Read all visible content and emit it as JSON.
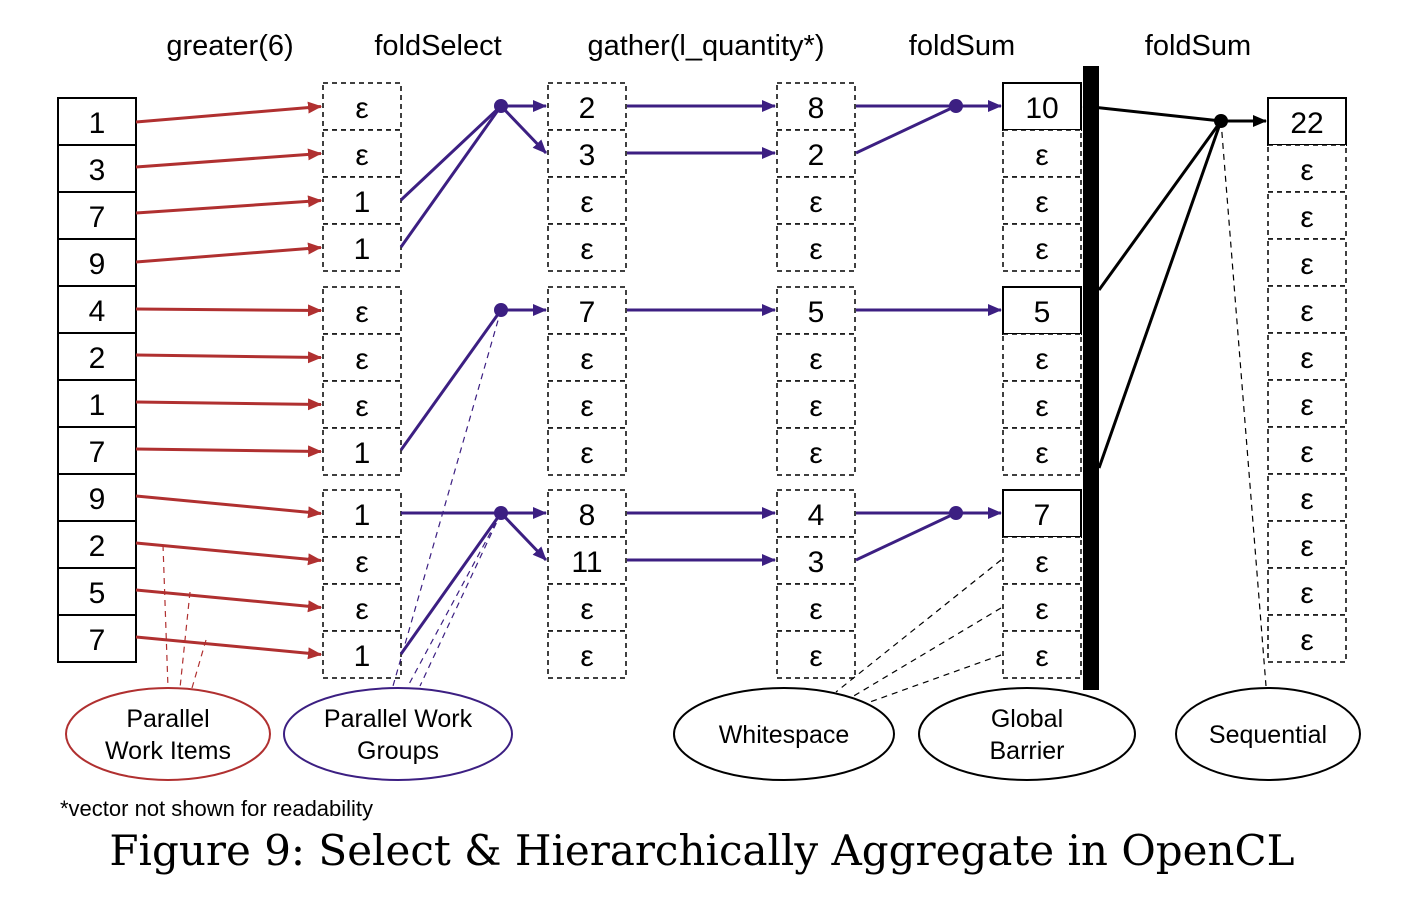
{
  "diagram": {
    "stage_headers": [
      "greater(6)",
      "foldSelect",
      "gather(l_quantity*)",
      "foldSum",
      "foldSum"
    ],
    "epsilon": "ε",
    "input_column": [
      "1",
      "3",
      "7",
      "9",
      "4",
      "2",
      "1",
      "7",
      "9",
      "2",
      "5",
      "7"
    ],
    "select_column": [
      "ε",
      "ε",
      "1",
      "1",
      "ε",
      "ε",
      "ε",
      "1",
      "1",
      "ε",
      "ε",
      "1"
    ],
    "compact_column": [
      "2",
      "3",
      "ε",
      "ε",
      "7",
      "ε",
      "ε",
      "ε",
      "8",
      "11",
      "ε",
      "ε"
    ],
    "gather_column": [
      "8",
      "2",
      "ε",
      "ε",
      "5",
      "ε",
      "ε",
      "ε",
      "4",
      "3",
      "ε",
      "ε"
    ],
    "group_sum_column": [
      "10",
      "ε",
      "ε",
      "ε",
      "5",
      "ε",
      "ε",
      "ε",
      "7",
      "ε",
      "ε",
      "ε"
    ],
    "final_column": [
      "22",
      "ε",
      "ε",
      "ε",
      "ε",
      "ε",
      "ε",
      "ε",
      "ε",
      "ε",
      "ε",
      "ε"
    ],
    "annotations": {
      "parallel_work_items": [
        "Parallel",
        "Work Items"
      ],
      "parallel_work_groups": [
        "Parallel Work",
        "Groups"
      ],
      "whitespace": [
        "Whitespace"
      ],
      "global_barrier": [
        "Global",
        "Barrier"
      ],
      "sequential": [
        "Sequential"
      ]
    },
    "colors": {
      "work_item_arrows": "#b03030",
      "work_group_arrows": "#3c1f82",
      "global_arrows": "#000000"
    }
  },
  "footnote": "*vector not shown for readability",
  "caption": "Figure 9: Select & Hierarchically Aggregate in OpenCL"
}
